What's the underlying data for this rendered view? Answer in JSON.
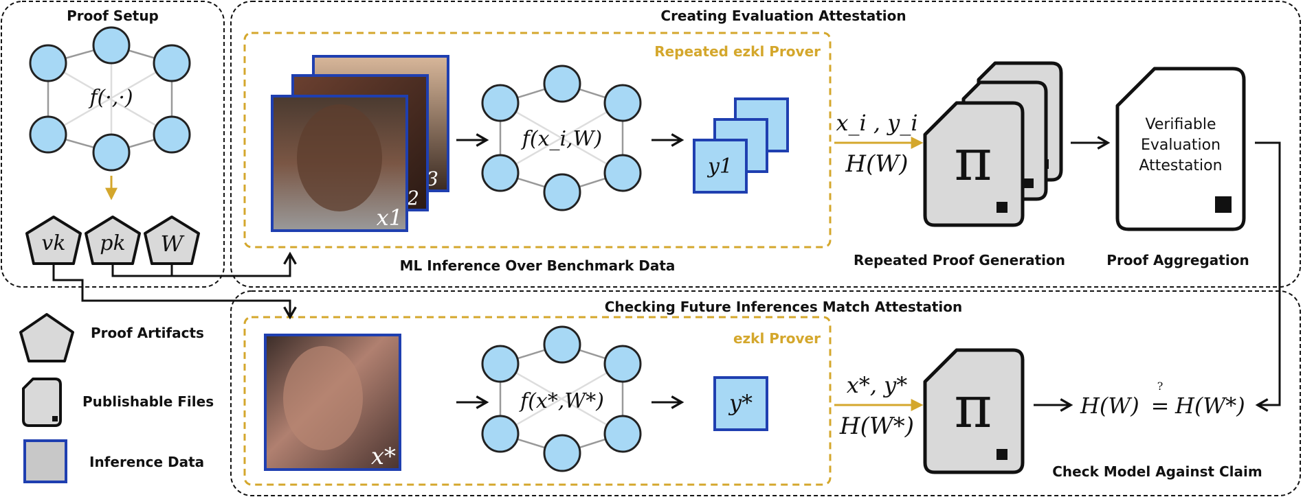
{
  "sections": {
    "proof_setup": "Proof Setup",
    "creating": "Creating Evaluation Attestation",
    "checking": "Checking Future Inferences Match Attestation"
  },
  "provers": {
    "repeated": "Repeated ezkl Prover",
    "single": "ezkl Prover"
  },
  "network_labels": {
    "setup": "f(·,·)",
    "top": "f(x_i,W)",
    "bottom": "f(x*,W*)"
  },
  "artifacts": [
    "vk",
    "pk",
    "W"
  ],
  "images": {
    "top_labels": [
      "x1",
      "x2",
      "x3"
    ],
    "bottom_label": "x*"
  },
  "outputs": {
    "top": "y1",
    "bottom": "y*"
  },
  "arrow_labels": {
    "top_line1": "x_i , y_i",
    "top_line2": "H(W)",
    "bottom_line1": "x*, y*",
    "bottom_line2": "H(W*)"
  },
  "proof_symbol": "π",
  "attestation_text": [
    "Verifiable",
    "Evaluation",
    "Attestation"
  ],
  "captions": {
    "ml_inference": "ML Inference Over Benchmark Data",
    "repeated_proof": "Repeated Proof Generation",
    "aggregation": "Proof Aggregation",
    "check_model": "Check Model Against Claim"
  },
  "check_equation": {
    "lhs": "H(W)",
    "op": "=",
    "q": "?",
    "rhs": "H(W*)"
  },
  "legend": [
    {
      "label": "Proof Artifacts",
      "icon": "pentagon-icon"
    },
    {
      "label": "Publishable Files",
      "icon": "file-icon"
    },
    {
      "label": "Inference Data",
      "icon": "data-square-icon"
    }
  ],
  "colors": {
    "node_fill": "#a7d8f5",
    "gold": "#d4a72c",
    "inference_border": "#1f3fb0",
    "artifact_fill": "#d9d9d9"
  }
}
